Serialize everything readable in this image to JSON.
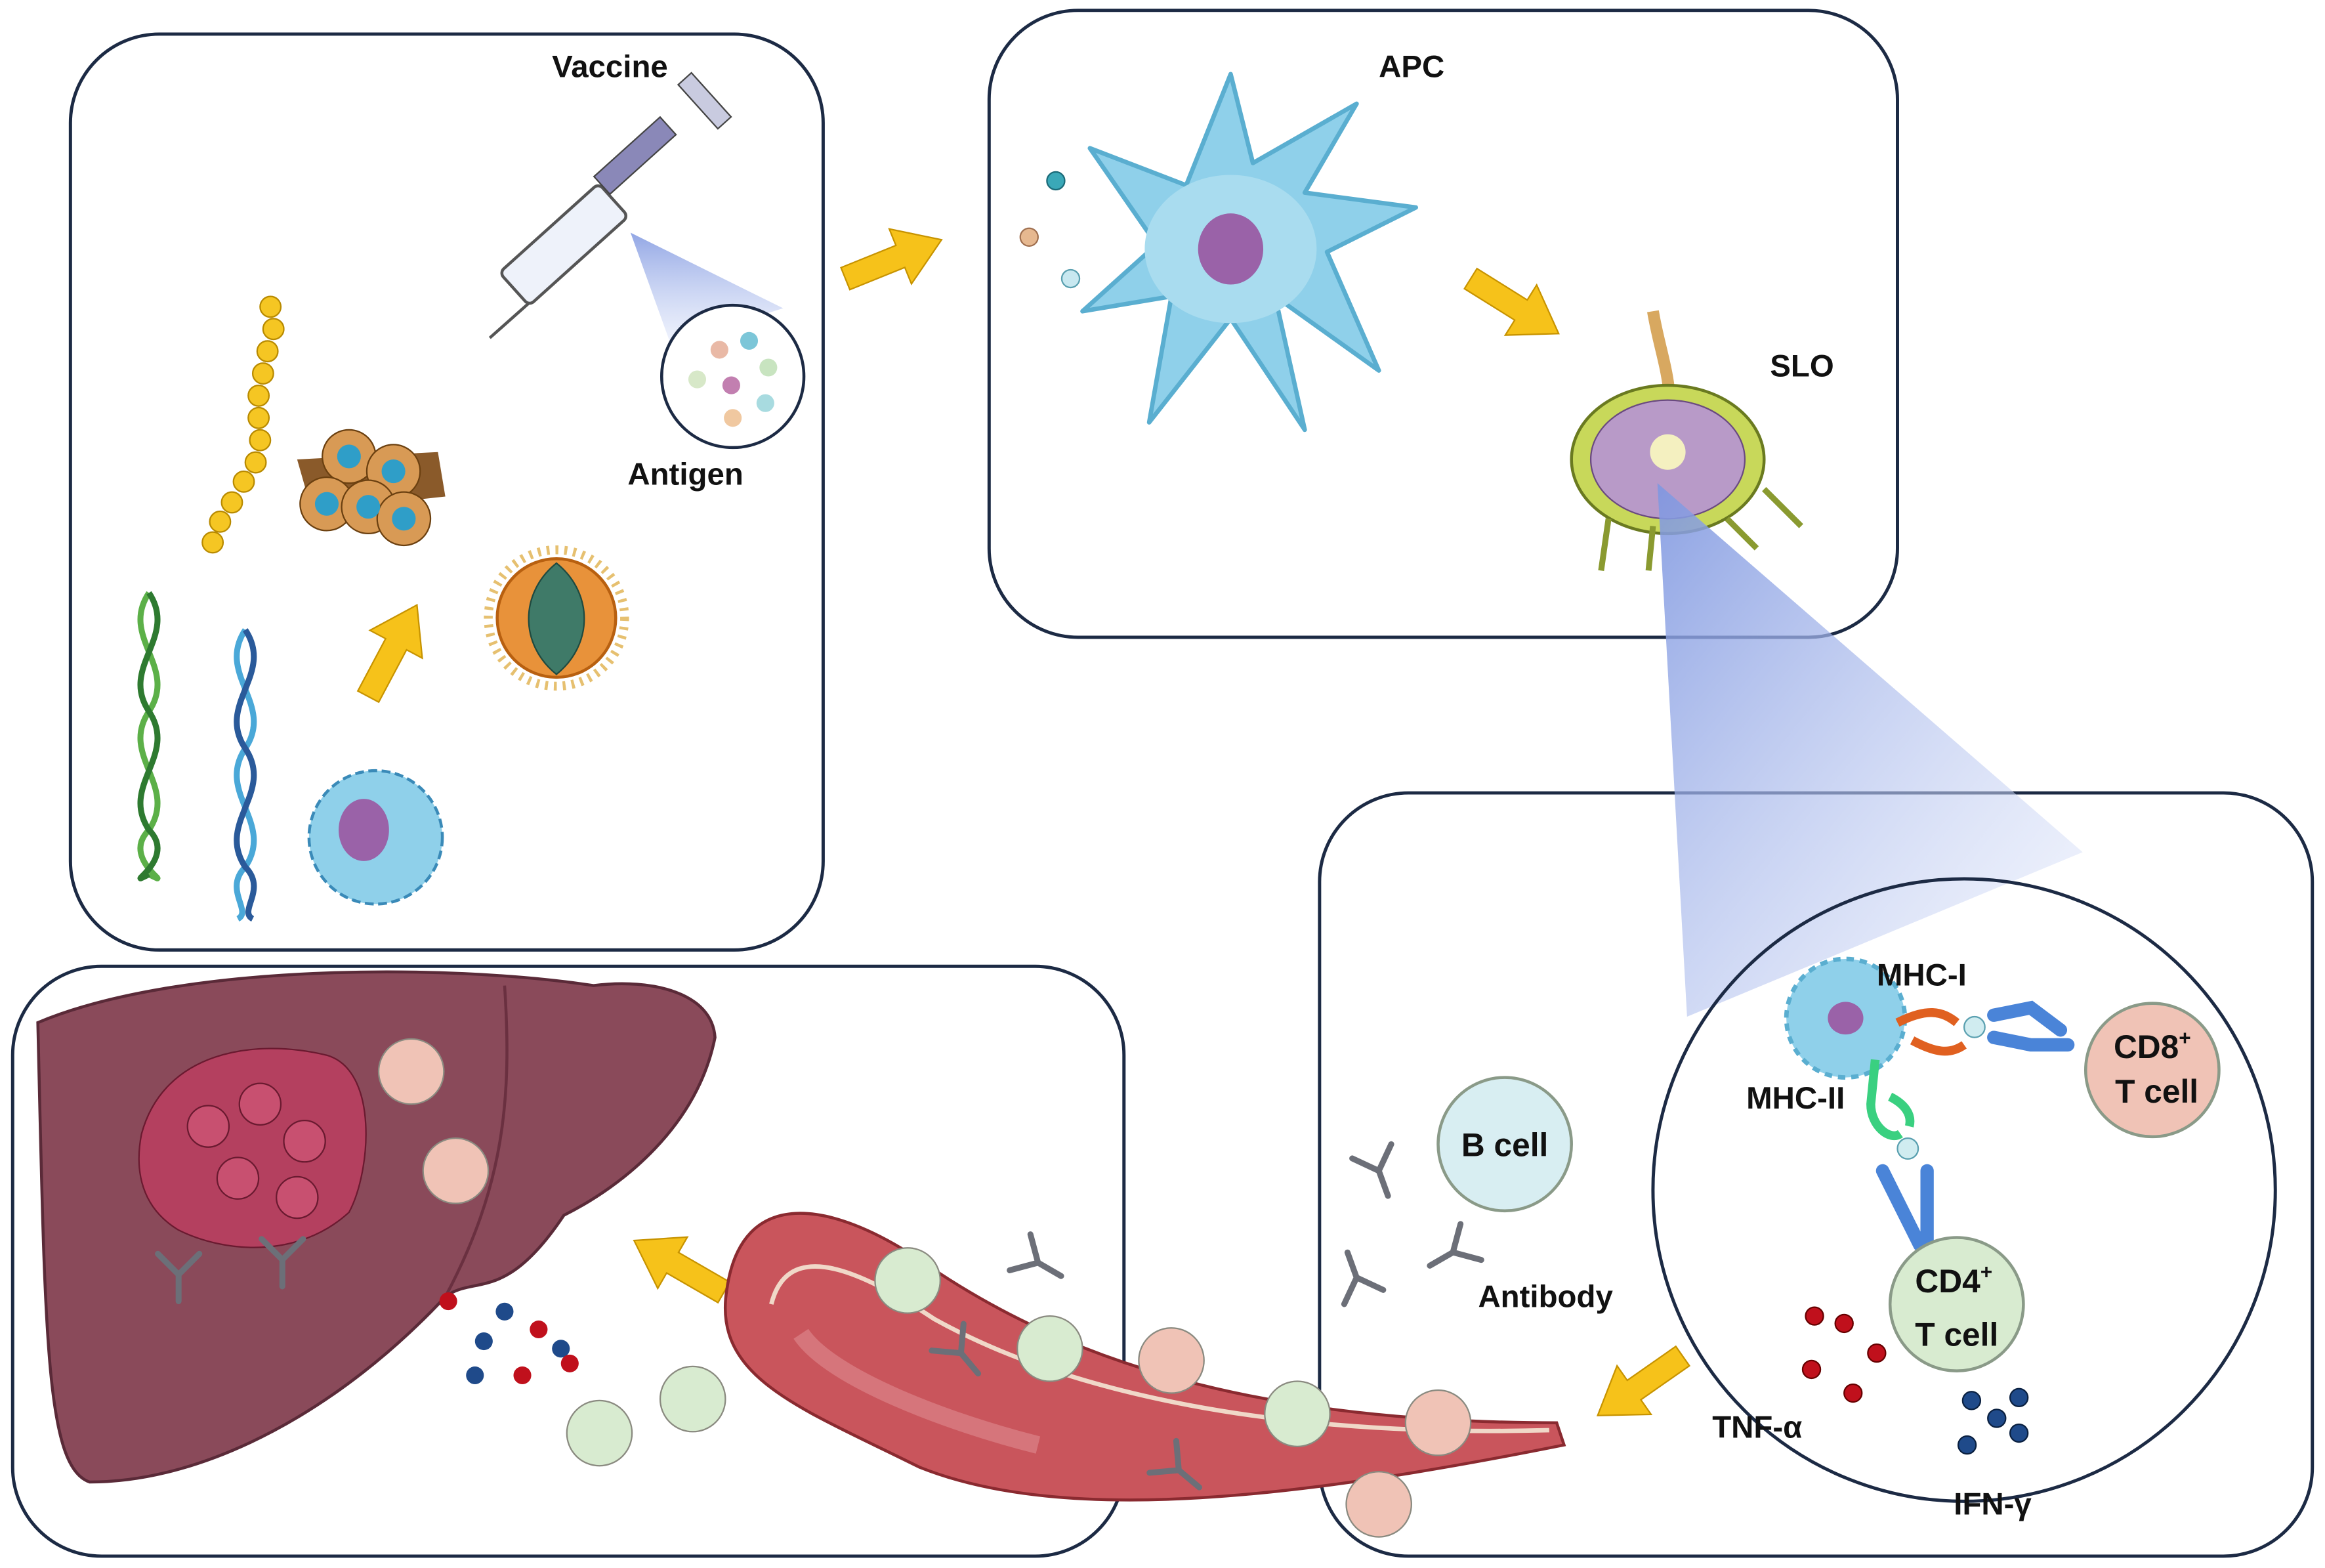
{
  "panels": {
    "vaccine": {
      "title": "Vaccine",
      "antigen_label": "Antigen"
    },
    "apc": {
      "title": "APC",
      "slo_label": "SLO"
    },
    "immune": {
      "mhc1_label": "MHC-I",
      "mhc2_label": "MHC-II",
      "cd8": {
        "line1": "CD8",
        "sup": "+",
        "line2": "T cell"
      },
      "cd4": {
        "line1": "CD4",
        "sup": "+",
        "line2": "T cell"
      },
      "bcell_label": "B cell",
      "antibody_label": "Antibody",
      "tnf_label": "TNF-α",
      "ifn_label": "IFN-γ"
    }
  },
  "colors": {
    "arrow": "#f6c21a",
    "box_stroke": "#1c2a44",
    "apc_cell": "#8fd0ea",
    "nucleus": "#9a62a8",
    "liver": "#8a4a5a",
    "tumor": "#b4405f",
    "vessel": "#c9555c",
    "tcell_cd8": "#f0c3b6",
    "tcell_cd4": "#d8ebd0",
    "bcell": "#d8eef2",
    "tnf": "#c0101c",
    "ifn": "#1f4a8a",
    "zoom_cone": "#9fb2e6"
  }
}
